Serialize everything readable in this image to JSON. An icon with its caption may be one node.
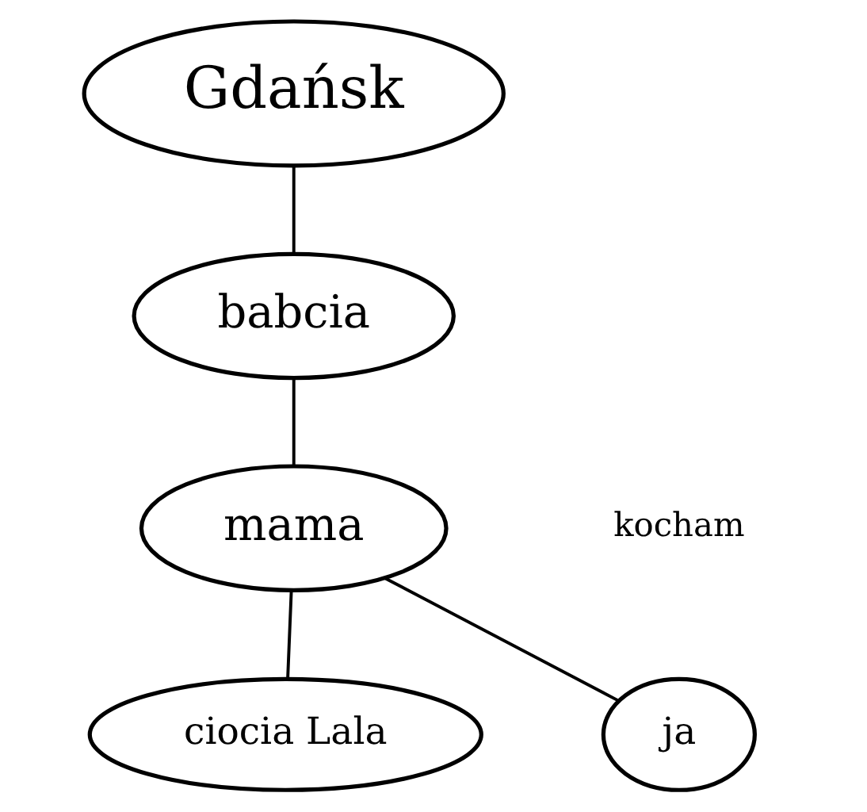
{
  "diagram": {
    "nodes": [
      {
        "text": [
          "Gdańsk"
        ]
      },
      {
        "text": [
          "babcia"
        ]
      },
      {
        "text": [
          "mama"
        ]
      },
      {
        "text": [
          "ciocia Lala"
        ]
      },
      {
        "text": [
          "ja"
        ]
      }
    ],
    "edges": [
      {
        "from": 0,
        "to": 1,
        "arrow": "none"
      },
      {
        "from": 1,
        "to": 2,
        "arrow": "none"
      },
      {
        "from": 2,
        "to": 3,
        "arrow": "none"
      },
      {
        "from": 2,
        "to": 4,
        "arrow": "none"
      }
    ],
    "labels": [
      "kocham"
    ]
  }
}
